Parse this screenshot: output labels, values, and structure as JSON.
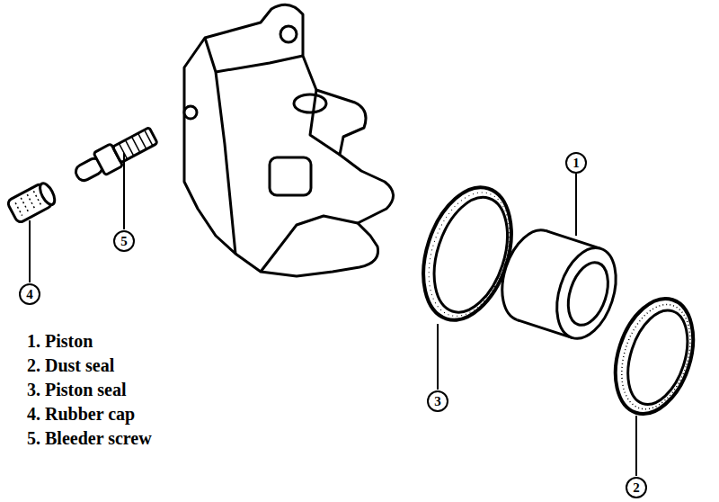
{
  "diagram": {
    "labels": [
      "1",
      "5",
      "4",
      "3",
      "2",
      "1. Piston",
      "2. Dust seal",
      "3. Piston seal",
      "4. Rubber cap",
      "5. Bleeder screw"
    ]
  }
}
